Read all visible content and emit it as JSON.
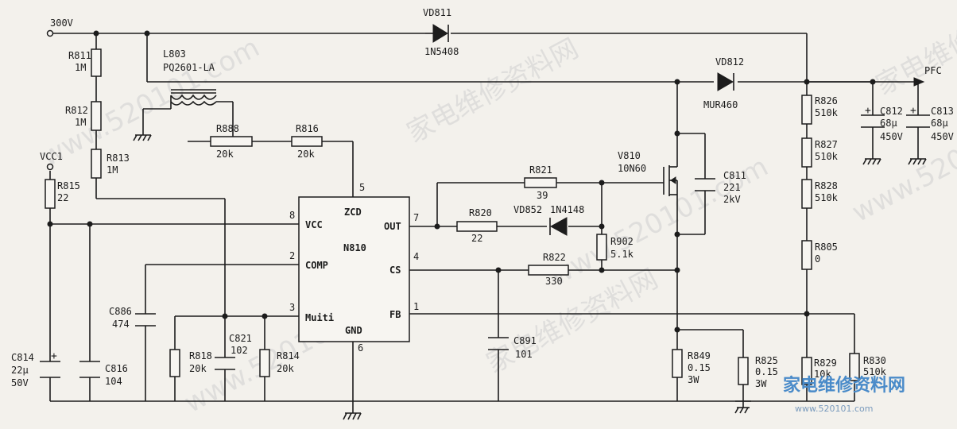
{
  "power_in": "300V",
  "pfc_out": "PFC",
  "vcc": "VCC1",
  "ic": {
    "name": "N810",
    "zcd": "ZCD",
    "vcc": "VCC",
    "comp": "COMP",
    "multi": "Muiti",
    "gnd": "GND",
    "out": "OUT",
    "cs": "CS",
    "fb": "FB",
    "pin5": "5",
    "pin8": "8",
    "pin2": "2",
    "pin3": "3",
    "pin6": "6",
    "pin7": "7",
    "pin4": "4",
    "pin1": "1"
  },
  "parts": {
    "vd811": {
      "ref": "VD811",
      "val": "1N5408"
    },
    "vd812": {
      "ref": "VD812",
      "val": "MUR460"
    },
    "vd852": {
      "ref": "VD852",
      "val": "1N4148"
    },
    "l803": {
      "ref": "L803",
      "val": "PQ2601-LA"
    },
    "r811": {
      "ref": "R811",
      "val": "1M"
    },
    "r812": {
      "ref": "R812",
      "val": "1M"
    },
    "r813": {
      "ref": "R813",
      "val": "1M"
    },
    "r815": {
      "ref": "R815",
      "val": "22"
    },
    "r888": {
      "ref": "R888",
      "val": "20k"
    },
    "r816": {
      "ref": "R816",
      "val": "20k"
    },
    "r821": {
      "ref": "R821",
      "val": "39"
    },
    "r820": {
      "ref": "R820",
      "val": "22"
    },
    "r902": {
      "ref": "R902",
      "val": "5.1k"
    },
    "r822": {
      "ref": "R822",
      "val": "330"
    },
    "r818": {
      "ref": "R818",
      "val": "20k"
    },
    "r814": {
      "ref": "R814",
      "val": "20k"
    },
    "r849": {
      "ref": "R849",
      "val": "0.15",
      "val2": "3W"
    },
    "r825": {
      "ref": "R825",
      "val": "0.15",
      "val2": "3W"
    },
    "r826": {
      "ref": "R826",
      "val": "510k"
    },
    "r827": {
      "ref": "R827",
      "val": "510k"
    },
    "r828": {
      "ref": "R828",
      "val": "510k"
    },
    "r805": {
      "ref": "R805",
      "val": "0"
    },
    "r829": {
      "ref": "R829",
      "val": "10k"
    },
    "r830": {
      "ref": "R830",
      "val": "510k"
    },
    "v810": {
      "ref": "V810",
      "val": "10N60"
    },
    "c811": {
      "ref": "C811",
      "val": "221",
      "val2": "2kV"
    },
    "c812": {
      "ref": "C812",
      "val": "68μ",
      "val2": "450V"
    },
    "c813": {
      "ref": "C813",
      "val": "68μ",
      "val2": "450V"
    },
    "c814": {
      "ref": "C814",
      "val": "22μ",
      "val2": "50V"
    },
    "c816": {
      "ref": "C816",
      "val": "104"
    },
    "c886": {
      "ref": "C886",
      "val": "474"
    },
    "c821": {
      "ref": "C821",
      "val": "102"
    },
    "c891": {
      "ref": "C891",
      "val": "101"
    }
  },
  "watermark": {
    "text1": "家电维修资料网",
    "text2": "www.520101.com"
  },
  "logo": {
    "title": "家电维修资料网",
    "url": "www.520101.com"
  }
}
